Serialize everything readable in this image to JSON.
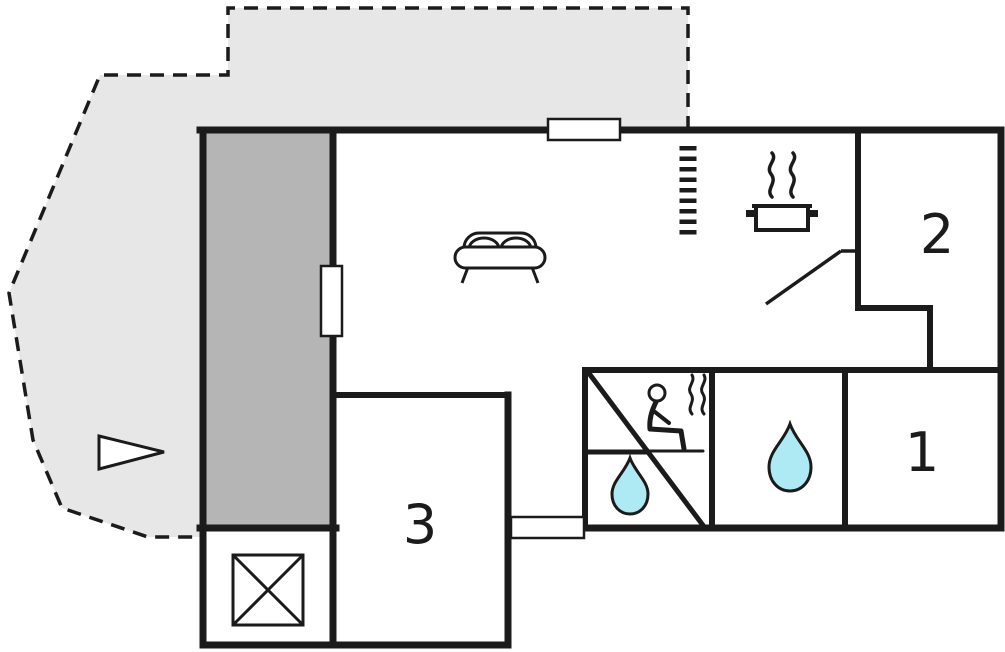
{
  "floorplan": {
    "rooms": {
      "room1": {
        "label": "1"
      },
      "room2": {
        "label": "2"
      },
      "room3": {
        "label": "3"
      }
    },
    "colors": {
      "wall": "#1b1b1b",
      "terrace_light": "#e7e7e7",
      "terrace_dark": "#b5b5b5",
      "water_drop": "#aeeaf4",
      "background": "#ffffff"
    },
    "icons": [
      "sofa-icon",
      "cooking-pot-steam-icon",
      "sauna-person-icon",
      "water-drop-large-icon",
      "water-drop-small-icon",
      "crossed-box-icon",
      "direction-arrow-icon",
      "stair-hatch-icon",
      "window-marker",
      "door-swing-line"
    ]
  }
}
